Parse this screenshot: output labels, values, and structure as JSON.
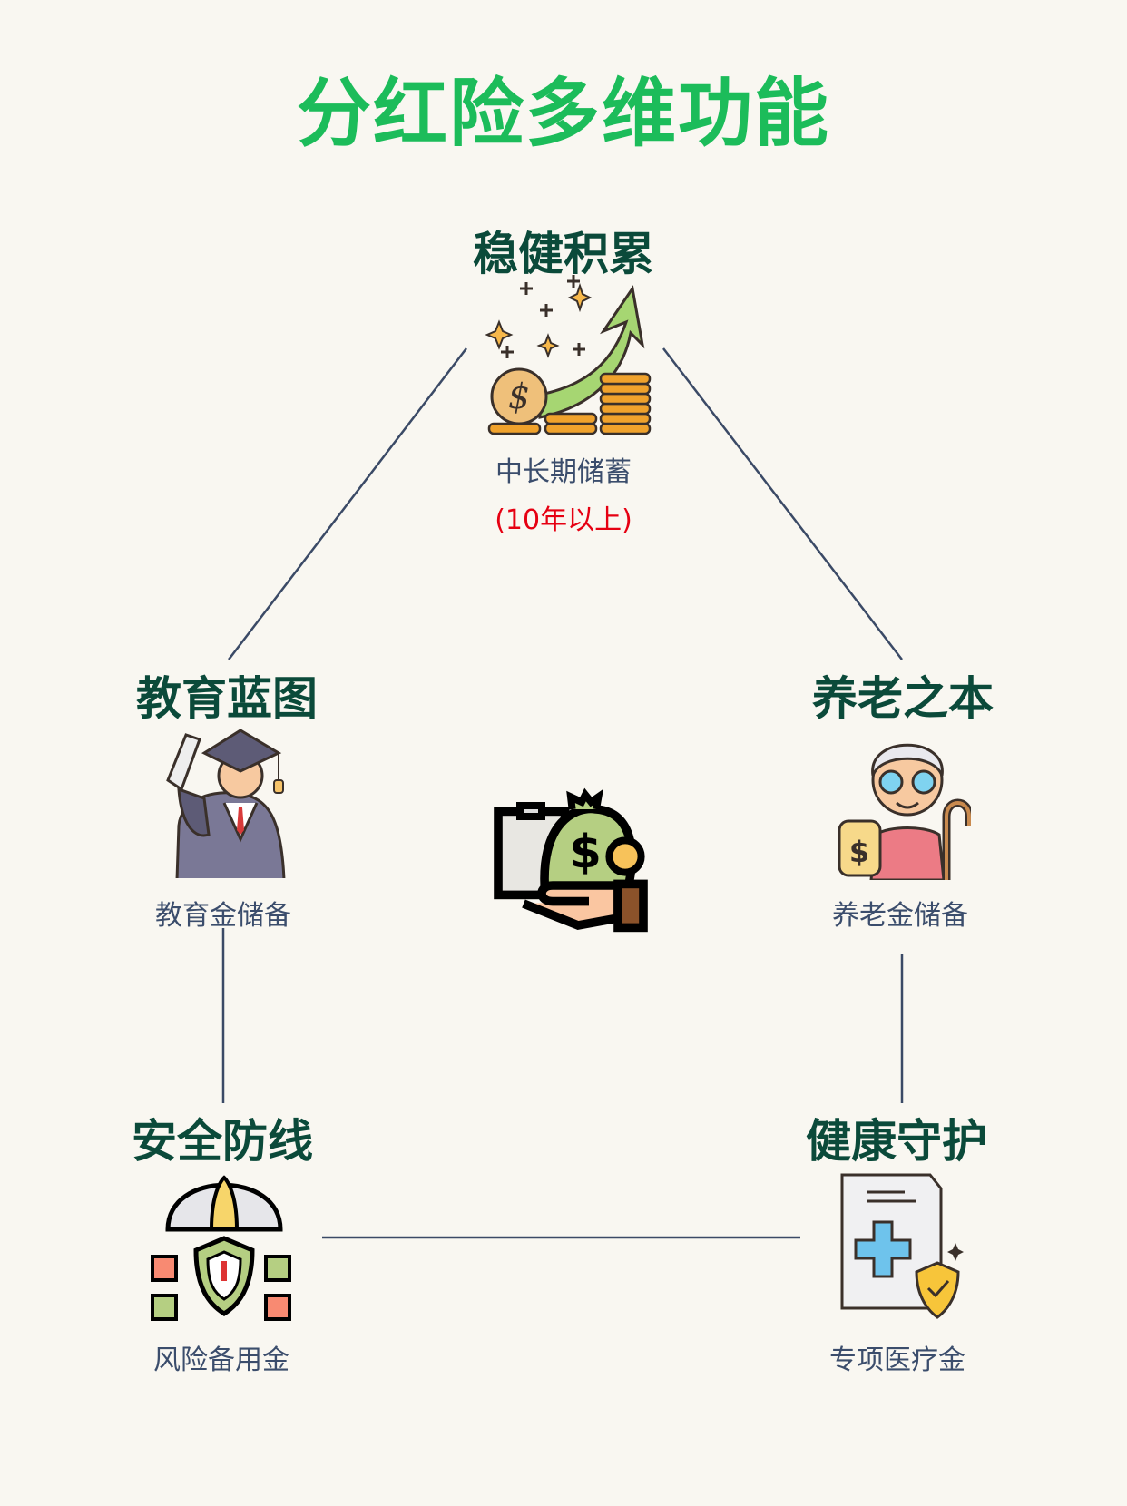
{
  "title": "分红险多维功能",
  "colors": {
    "title": "#1cbc5a",
    "heading": "#0b4a3a",
    "label": "#3b4d6c",
    "highlight": "#e60012",
    "connector": "#3b4a66",
    "background": "#f9f7f1"
  },
  "nodes": {
    "top": {
      "heading": "稳健积累",
      "label": "中长期储蓄",
      "sublabel": "(10年以上)",
      "icon": "growth-coins-icon"
    },
    "left": {
      "heading": "教育蓝图",
      "label": "教育金储备",
      "icon": "graduate-icon"
    },
    "right": {
      "heading": "养老之本",
      "label": "养老金储备",
      "icon": "elderly-icon"
    },
    "bottom_left": {
      "heading": "安全防线",
      "label": "风险备用金",
      "icon": "shield-umbrella-icon"
    },
    "bottom_right": {
      "heading": "健康守护",
      "label": "专项医疗金",
      "icon": "medical-document-icon"
    }
  },
  "center": {
    "icon": "money-bag-hand-icon"
  }
}
